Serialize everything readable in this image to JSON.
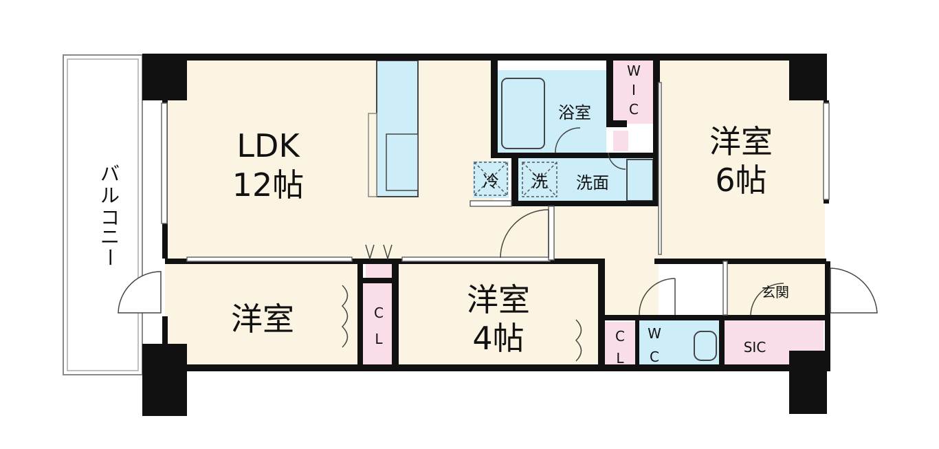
{
  "rooms": {
    "ldk": {
      "name": "LDK",
      "size": "12帖"
    },
    "western_6": {
      "name": "洋室",
      "size": "6帖"
    },
    "western_4": {
      "name": "洋室",
      "size": "4帖"
    },
    "western": {
      "name": "洋室"
    },
    "bath": {
      "name": "浴室"
    },
    "washroom": {
      "name": "洗面"
    },
    "wic": {
      "chars": [
        "W",
        "I",
        "C"
      ]
    },
    "cl_left": {
      "chars": [
        "C",
        "L"
      ]
    },
    "cl_right": {
      "chars": [
        "C",
        "L"
      ]
    },
    "wc": {
      "chars": [
        "W",
        "C"
      ]
    },
    "sic": {
      "name": "SIC"
    },
    "entrance": {
      "name": "玄関"
    },
    "balcony": {
      "chars": [
        "バ",
        "ル",
        "コ",
        "ニ",
        "ー"
      ]
    }
  },
  "symbols": {
    "fridge": "冷",
    "washer": "洗"
  },
  "colors": {
    "floor": "#fbf4e2",
    "wet_area": "#cdeef9",
    "closet": "#f9dde8",
    "wall": "#111111"
  }
}
